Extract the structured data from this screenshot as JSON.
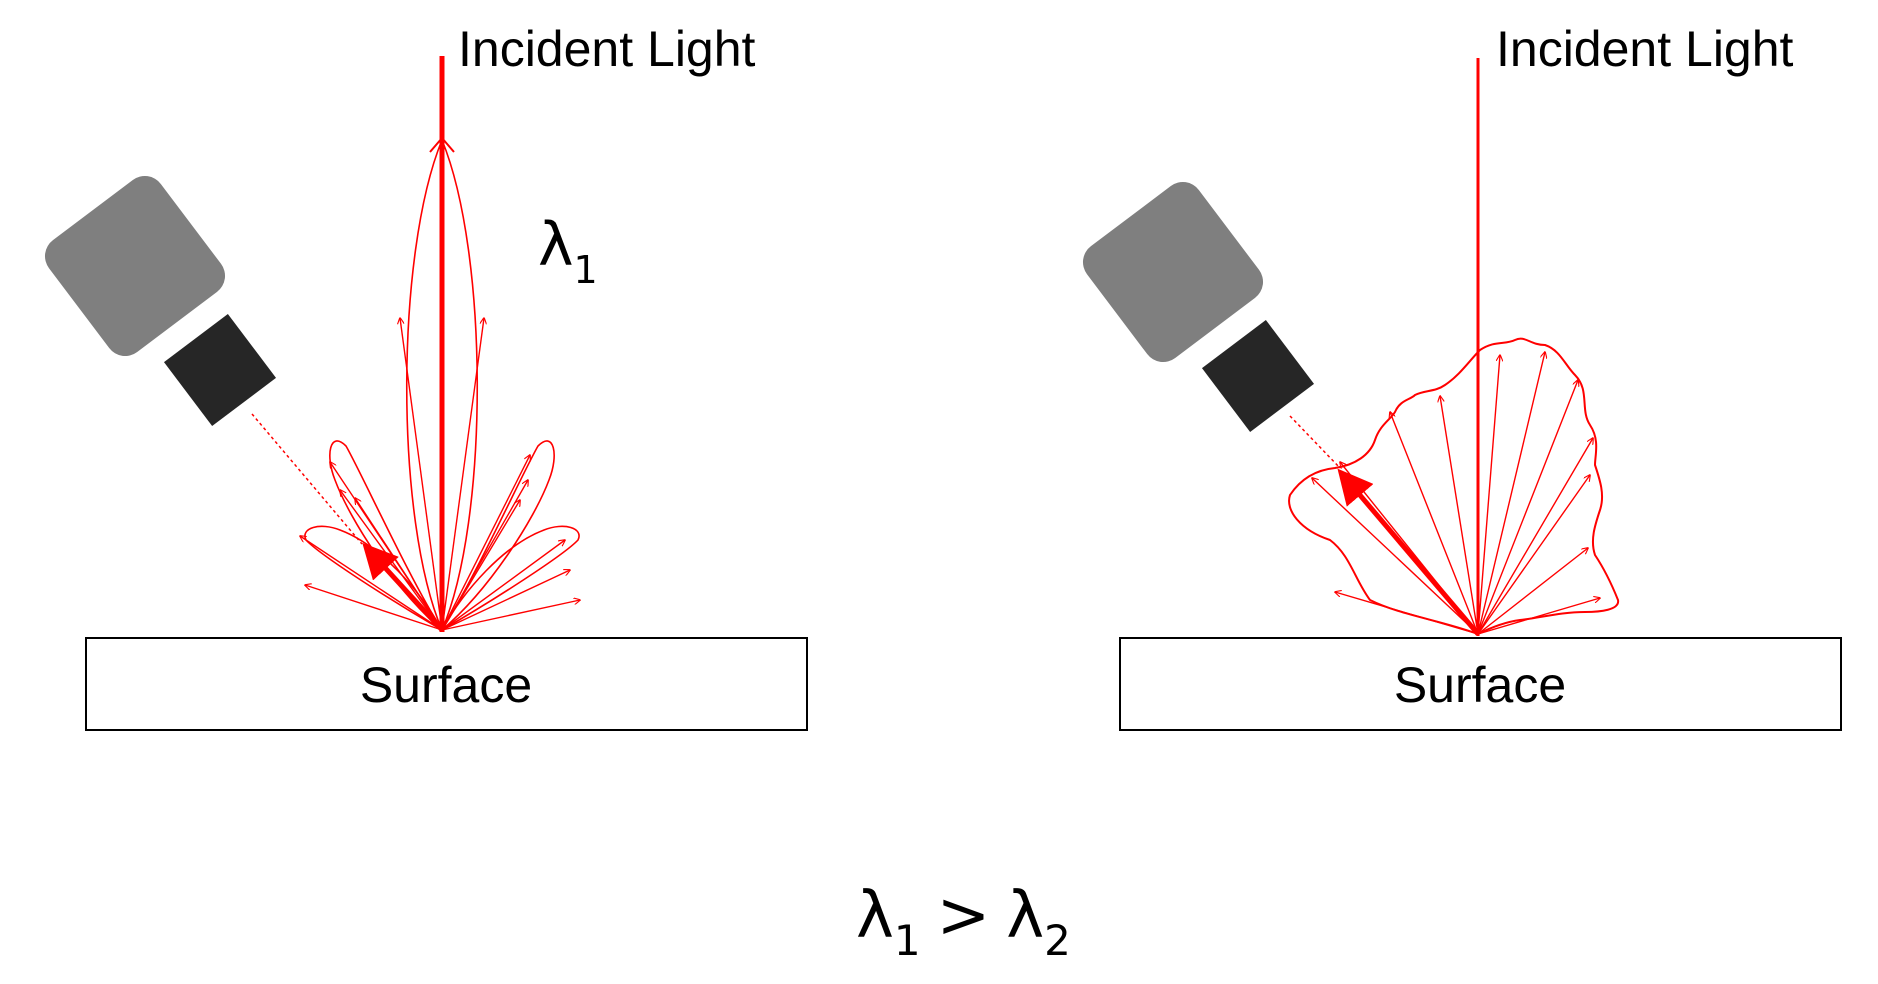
{
  "panels": [
    {
      "id": "panel-left",
      "incident_label": "Incident Light",
      "surface_label": "Surface",
      "wavelength_symbol": "λ",
      "wavelength_subscript": "1",
      "pattern": "specular-lobes"
    },
    {
      "id": "panel-right",
      "incident_label": "Incident Light",
      "surface_label": "Surface",
      "pattern": "diffuse-scatter"
    }
  ],
  "comparison": {
    "left_symbol": "λ",
    "left_subscript": "1",
    "operator": ">",
    "right_symbol": "λ",
    "right_subscript": "2"
  },
  "colors": {
    "ray": "#ff0000",
    "camera_body": "#7f7f7f",
    "camera_lens": "#262626",
    "surface_fill": "#ffffff",
    "surface_stroke": "#000000"
  },
  "icons": {
    "camera": "camera-icon"
  }
}
